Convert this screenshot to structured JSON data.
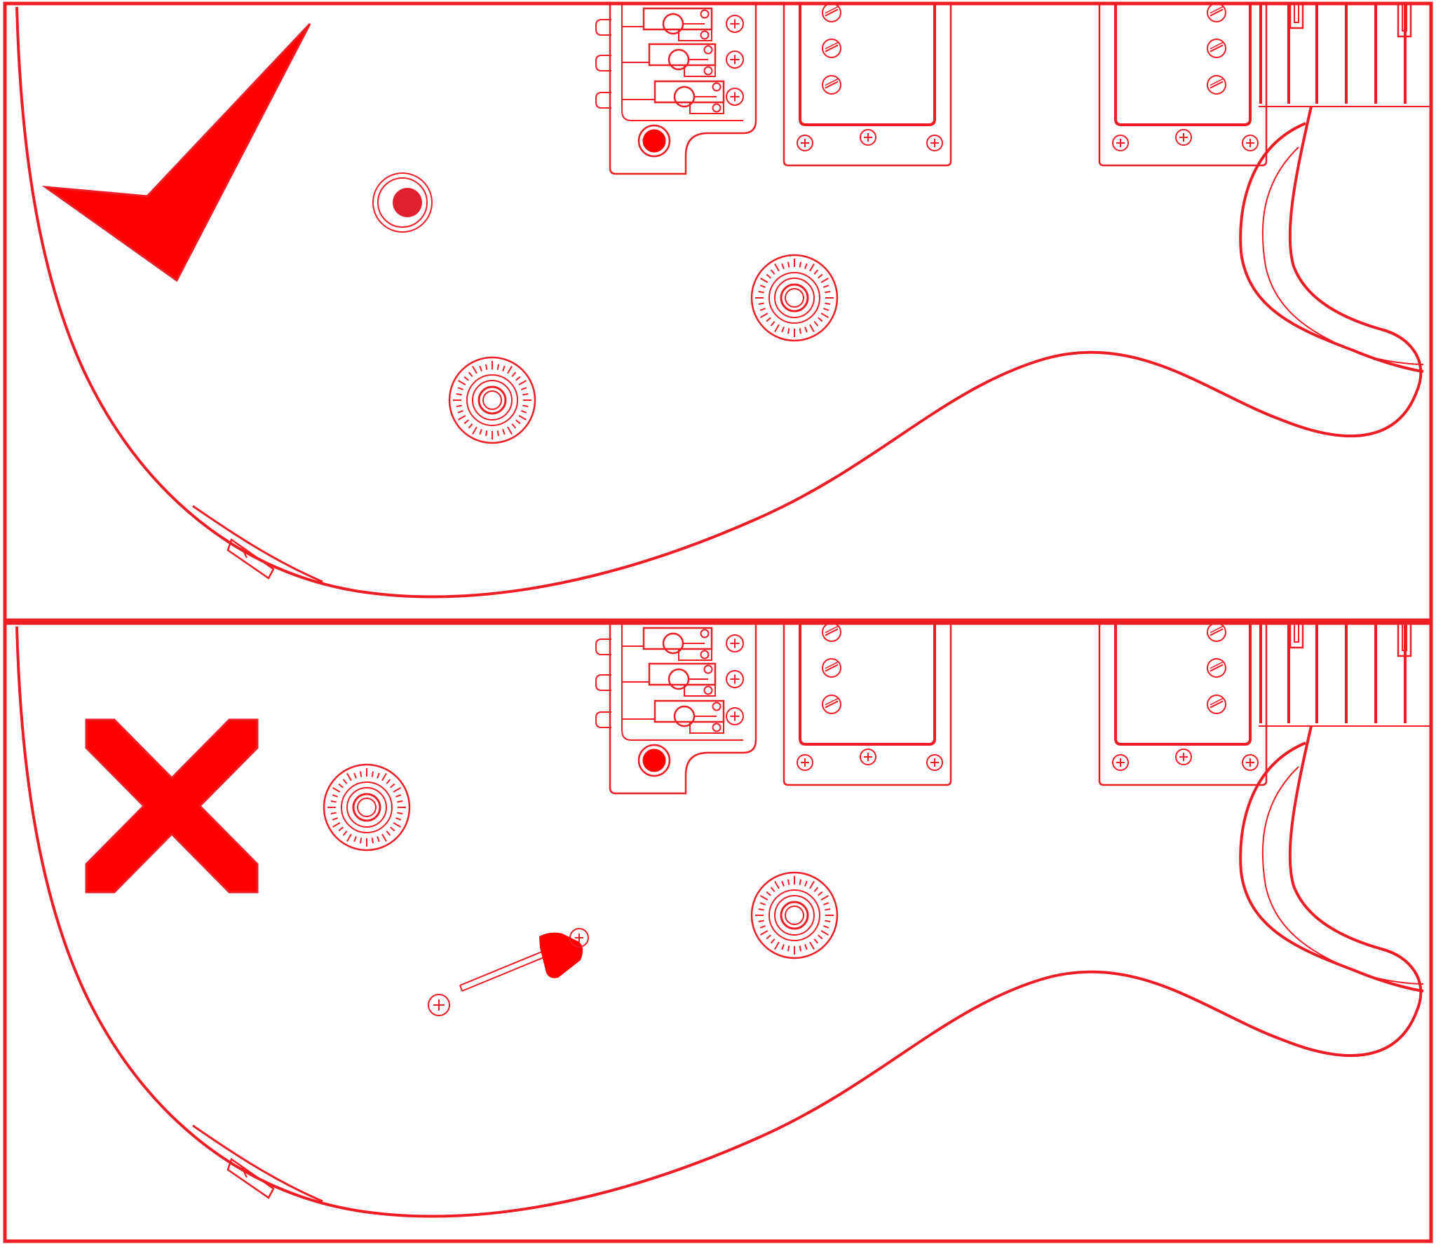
{
  "diagram": {
    "stroke_color": "#ee1c25",
    "mark_color": "#ff0000",
    "background": "#ffffff",
    "panels": [
      {
        "id": "correct",
        "verdict": "correct",
        "verdict_icon": "checkmark-icon",
        "selector": "volume-knob-position-mark",
        "knobs": 2
      },
      {
        "id": "incorrect",
        "verdict": "incorrect",
        "verdict_icon": "cross-icon",
        "selector": "toggle-switch-lever",
        "knobs": 2
      }
    ]
  }
}
